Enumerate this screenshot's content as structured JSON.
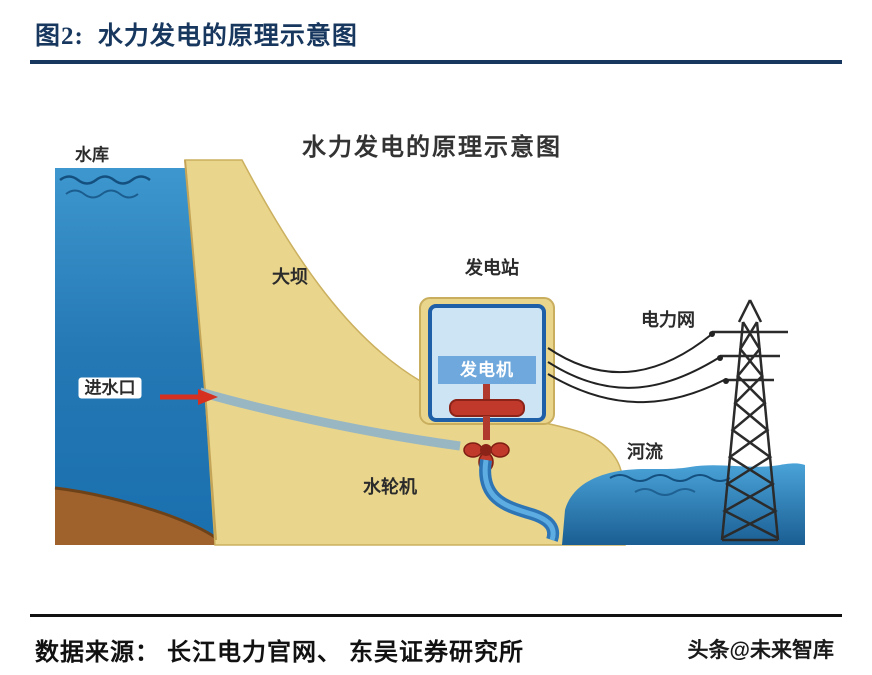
{
  "figure": {
    "label": "图2:",
    "title": "水力发电的原理示意图"
  },
  "diagram": {
    "title": "水力发电的原理示意图",
    "labels": {
      "reservoir": "水库",
      "dam": "大坝",
      "intake": "进水口",
      "station": "发电站",
      "generator": "发电机",
      "turbine": "水轮机",
      "grid": "电力网",
      "river": "河流"
    },
    "colors": {
      "header_accent": "#17375E",
      "water_blue": "#2E86C1",
      "dam_tan": "#E9D58C",
      "generator_blue": "#6FA8DC",
      "turbine_red": "#C0392B",
      "sediment_brown": "#A0622D"
    }
  },
  "footer": {
    "source": "数据来源： 长江电力官网、 东吴证券研究所",
    "watermark": "头条@未来智库"
  }
}
